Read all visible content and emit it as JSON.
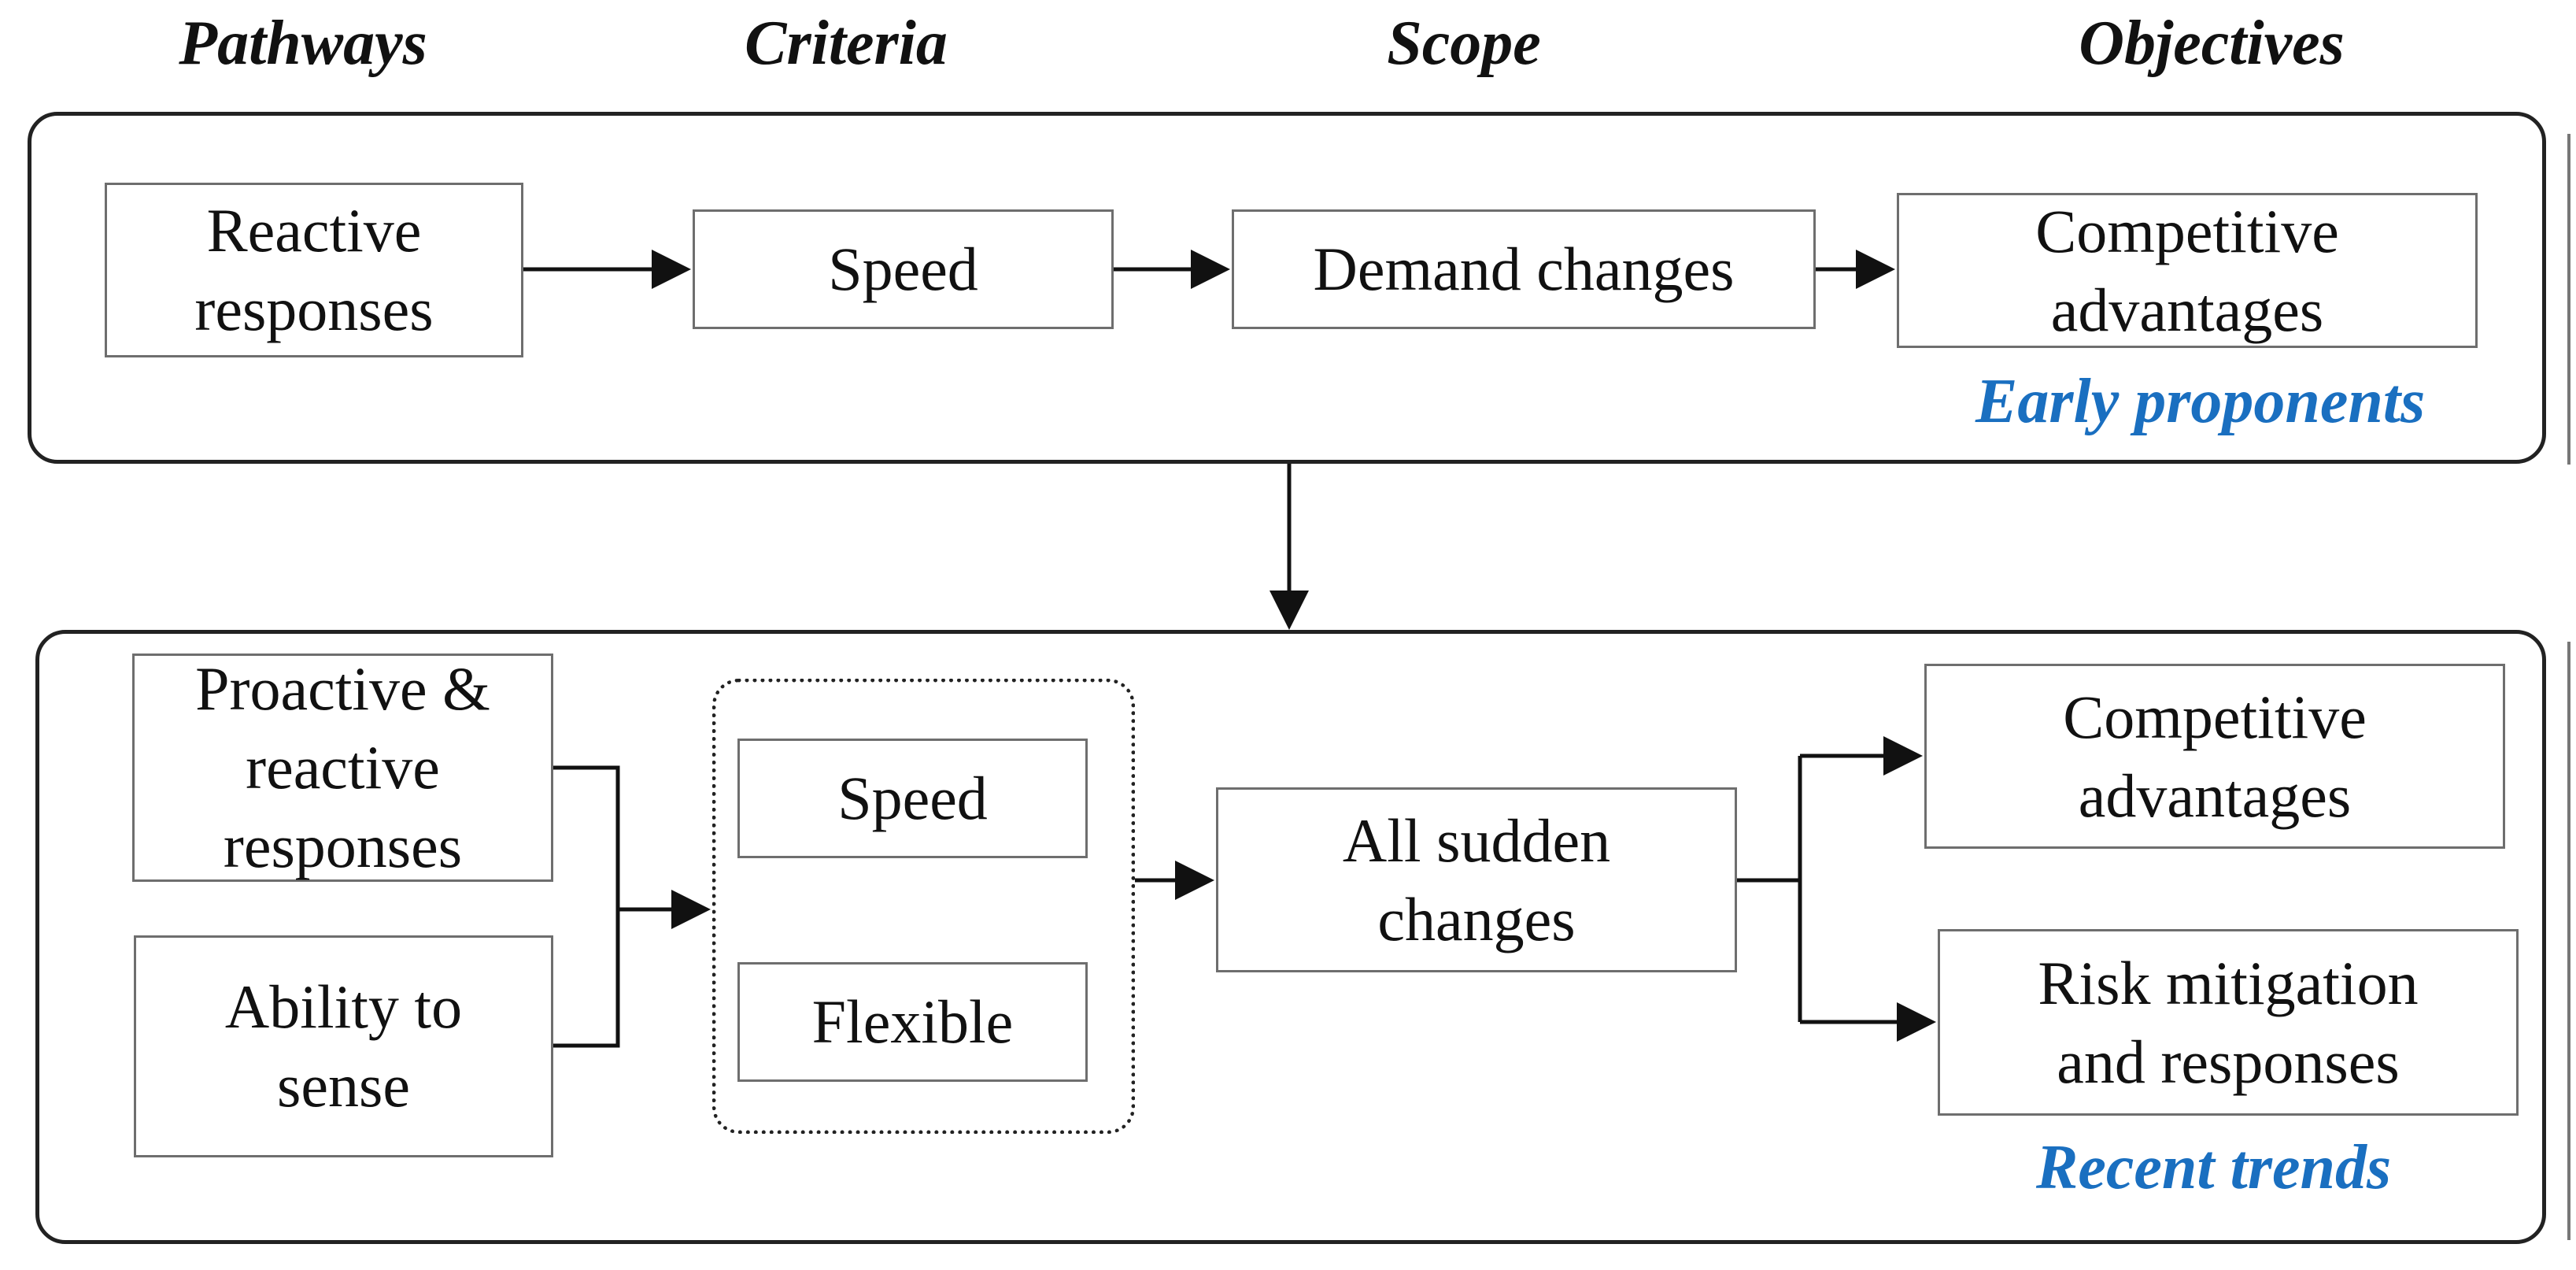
{
  "headers": {
    "pathways": "Pathways",
    "criteria": "Criteria",
    "scope": "Scope",
    "objectives": "Objectives"
  },
  "early": {
    "pathway_line1": "Reactive",
    "pathway_line2": "responses",
    "criteria": "Speed",
    "scope": "Demand changes",
    "objective_line1": "Competitive",
    "objective_line2": "advantages",
    "tag": "Early proponents"
  },
  "recent": {
    "pathway1_line1": "Proactive &",
    "pathway1_line2": "reactive",
    "pathway1_line3": "responses",
    "pathway2_line1": "Ability to",
    "pathway2_line2": "sense",
    "criteria1": "Speed",
    "criteria2": "Flexible",
    "scope_line1": "All sudden",
    "scope_line2": "changes",
    "objective1_line1": "Competitive",
    "objective1_line2": "advantages",
    "objective2_line1": "Risk mitigation",
    "objective2_line2": "and responses",
    "tag": "Recent trends"
  },
  "colors": {
    "tag": "#1a6fc0",
    "line": "#111111",
    "box_border": "#6e6e6e"
  }
}
